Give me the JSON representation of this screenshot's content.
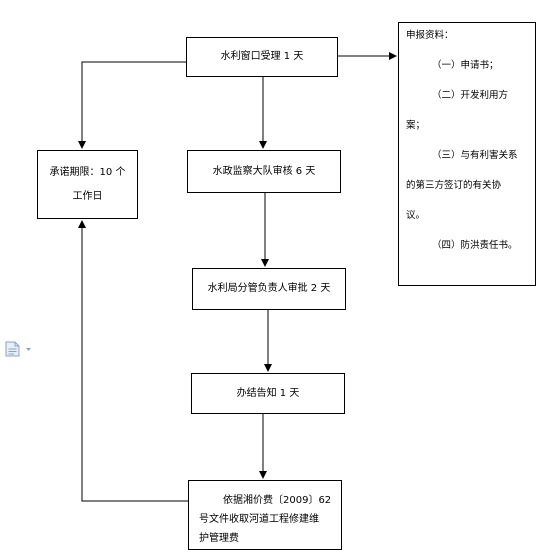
{
  "diagram": {
    "steps": {
      "acceptance": "水利窗口受理 1 天",
      "review": "水政监察大队审核 6 天",
      "approval": "水利局分管负责人审批 2 天",
      "notify": "办结告知 1 天",
      "fee_line1": "依据湘价费〔2009〕62",
      "fee_line2": "号文件收取河道工程修建维",
      "fee_line3": "护管理费"
    },
    "deadline": {
      "line1": "承诺期限：10 个",
      "line2": "工作日"
    },
    "materials": {
      "title": "申报资料：",
      "item1": "（一）申请书；",
      "item2a": "（二）开发利用方",
      "item2b": "案；",
      "item3a": "（三）与有利害关系",
      "item3b": "的第三方签订的有关协",
      "item3c": "议。",
      "item4": "（四）防洪责任书。"
    }
  },
  "side_icon": "document-icon",
  "colors": {
    "line": "#000000",
    "icon": "#8aa4c8"
  }
}
